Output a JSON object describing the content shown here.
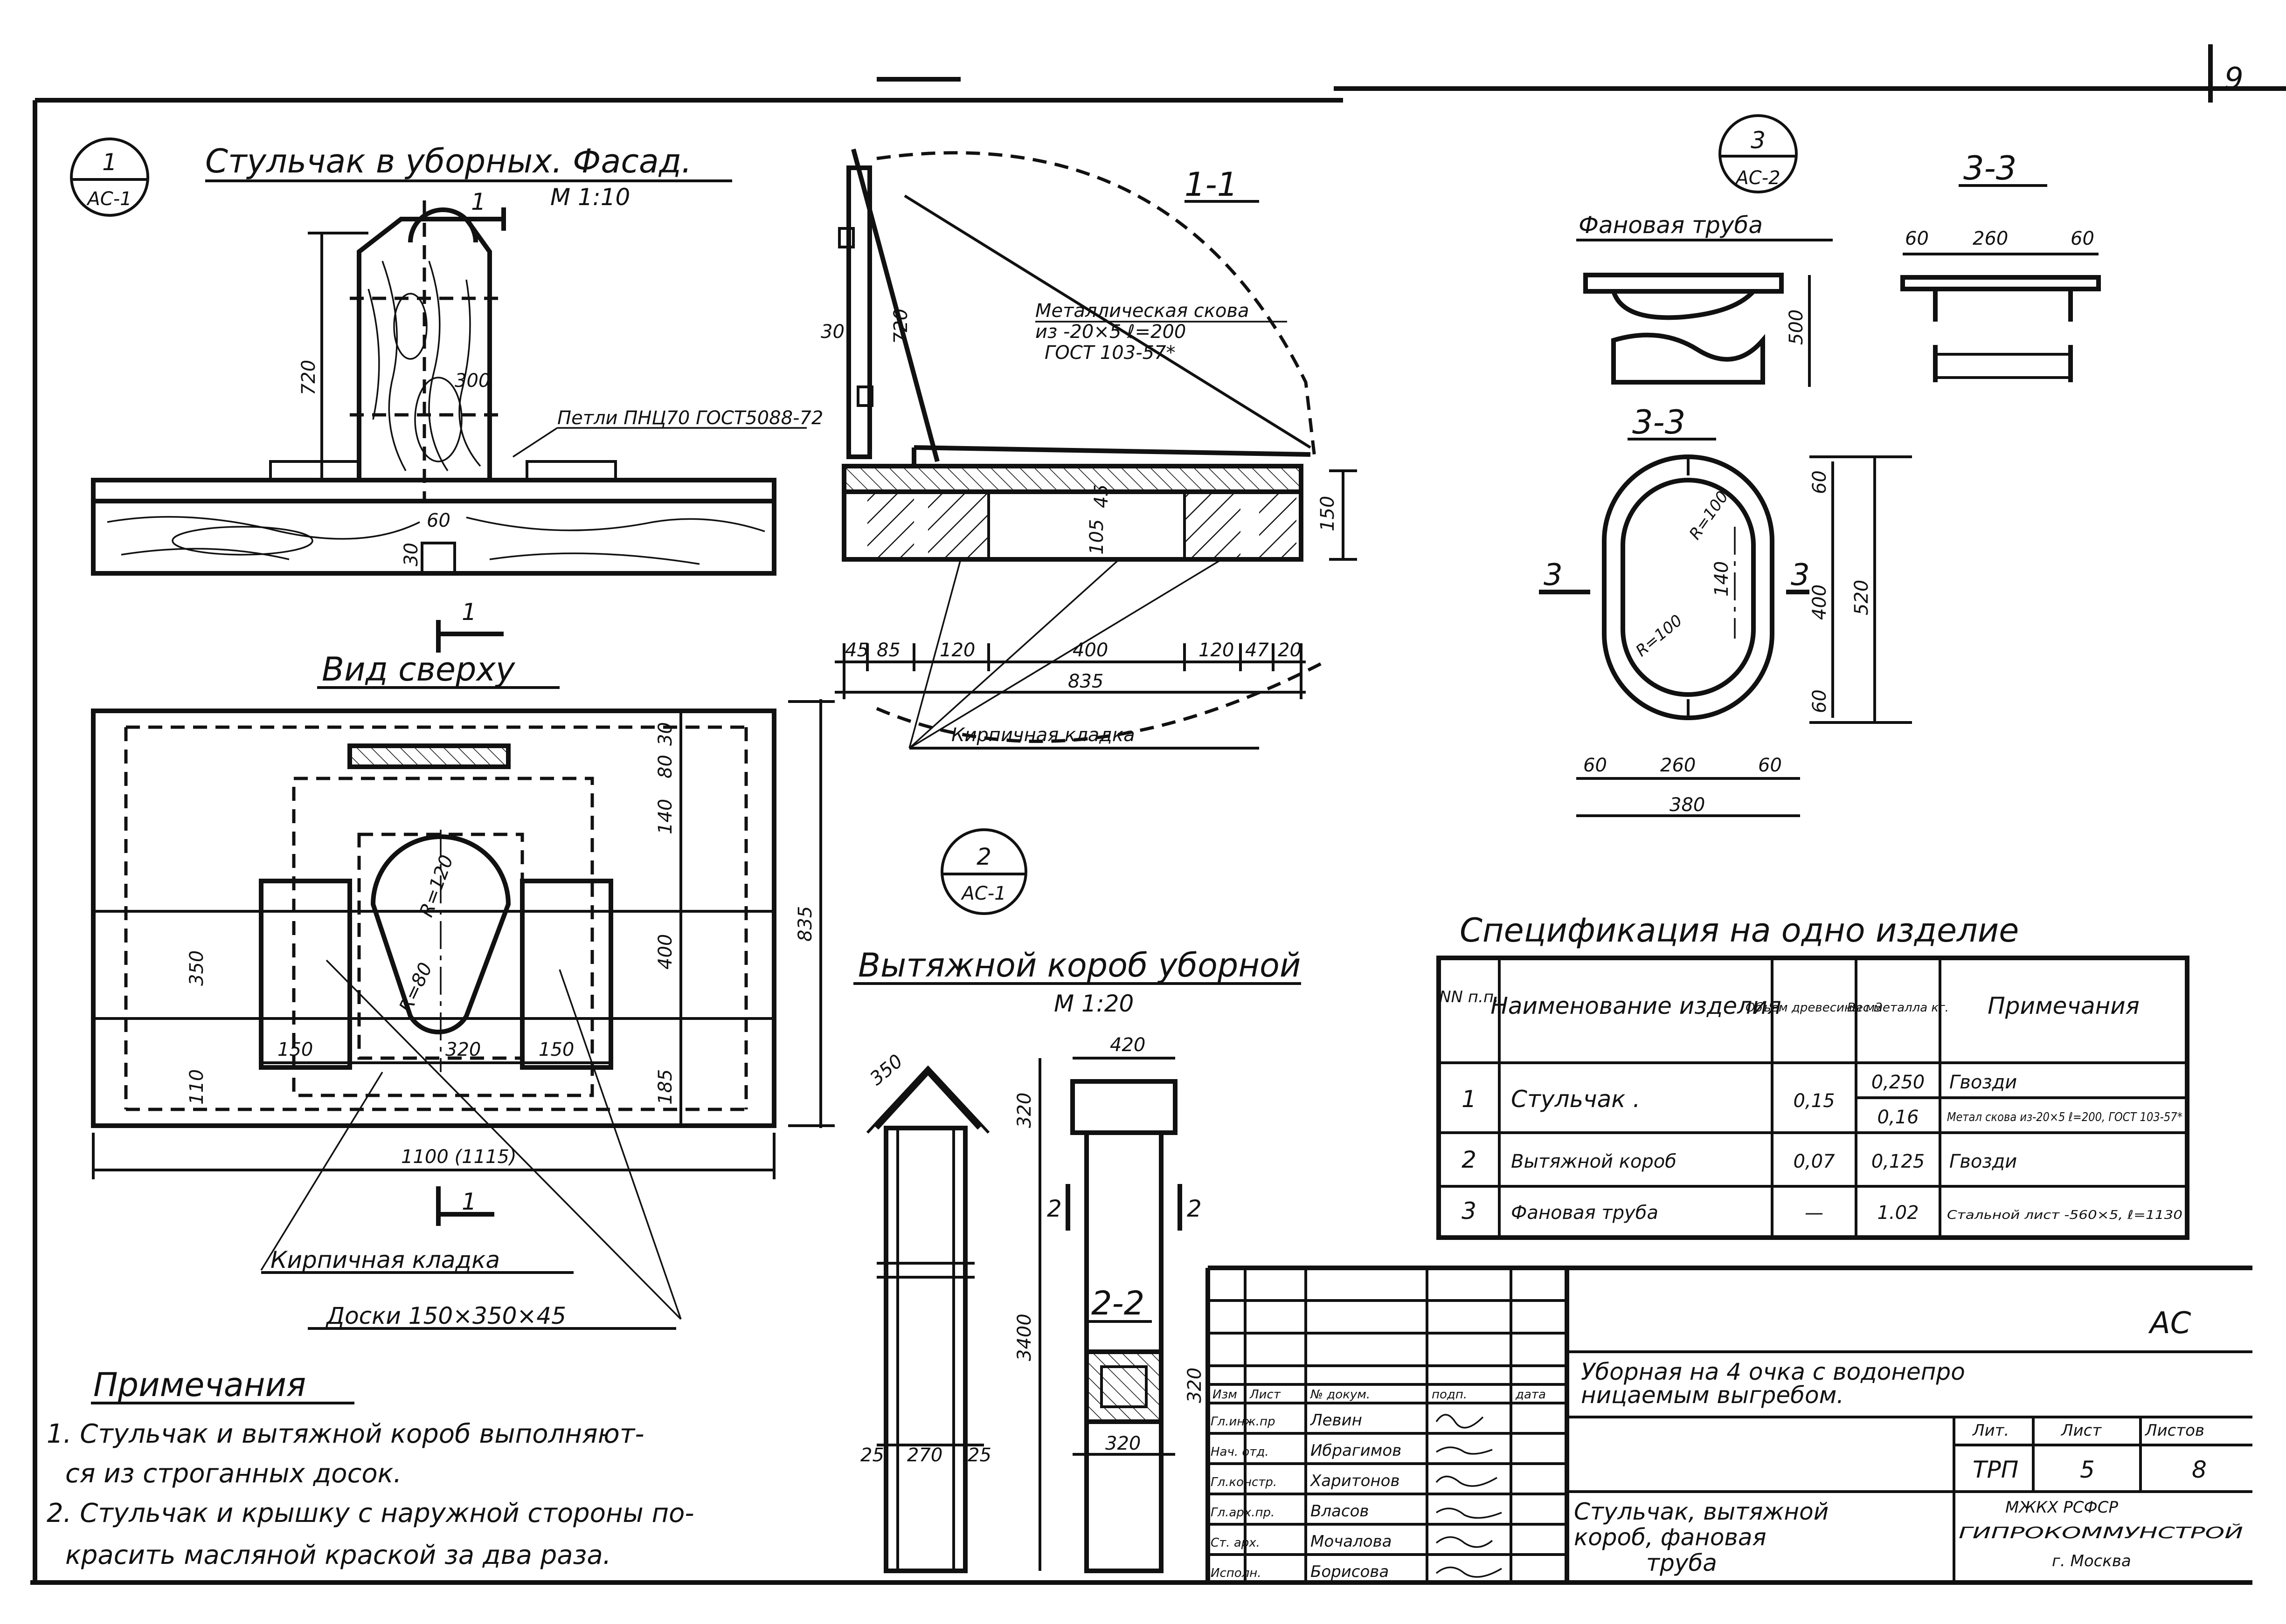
{
  "sheet": {
    "page_fragment": "9"
  },
  "view1": {
    "callout_num": "1",
    "callout_sheet": "АС-1",
    "title": "Стульчак в уборных. Фасад.",
    "scale": "М 1:10",
    "section_mark": "1",
    "hinge_label": "Петли ПНЦ70 ГОСТ5088-72",
    "dims": {
      "h720": "720",
      "w300": "300",
      "d60": "60",
      "d30": "30"
    }
  },
  "section11": {
    "title": "1-1",
    "bracket_label_1": "Металлическая скова",
    "bracket_label_2": "из -20×5  ℓ=200",
    "bracket_label_3": "ГОСТ 103-57*",
    "dims": {
      "d30": "30",
      "d720": "720",
      "d45": "45",
      "d105": "105",
      "d150": "150"
    },
    "bottom_dims": [
      "45",
      "85",
      "120",
      "400",
      "120",
      "47",
      "20"
    ],
    "total": "835",
    "brick_label": "Кирпичная кладка"
  },
  "view_top": {
    "title": "Вид сверху",
    "section_mark": "1",
    "dims": {
      "d30": "30",
      "d80": "80",
      "d140": "140",
      "d400": "400",
      "d185": "185",
      "d350": "350",
      "d110": "110",
      "d835": "835",
      "b150a": "150",
      "b320": "320",
      "b150b": "150",
      "r120": "R=120",
      "r80": "R=80",
      "width": "1100 (1115)"
    },
    "brick_label": "Кирпичная кладка",
    "boards_label": "Доски 150×350×45"
  },
  "view2": {
    "callout_num": "2",
    "callout_sheet": "АС-1",
    "title": "Вытяжной короб уборной",
    "scale": "М 1:20",
    "dims": {
      "d350": "350",
      "d420": "420",
      "d320": "320",
      "d3400": "3400",
      "d25a": "25",
      "d270": "270",
      "d25b": "25"
    },
    "cut_mark_l": "2",
    "cut_mark_r": "2",
    "sec22_title": "2-2",
    "sec22_d320h": "320",
    "sec22_d320w": "320"
  },
  "view3": {
    "callout_num": "3",
    "callout_sheet": "АС-2",
    "title": "Фановая труба",
    "sec33_title_a": "3-3",
    "sec33_title_b": "3-3",
    "dims": {
      "d500": "500",
      "d60a": "60",
      "d260a": "260",
      "d60b": "60",
      "d60c": "60",
      "d400": "400",
      "d60d": "60",
      "d520": "520",
      "d60e": "60",
      "d260b": "260",
      "d60f": "60",
      "d380": "380",
      "d140": "140",
      "r100a": "R=100",
      "r100b": "R=100"
    },
    "cut_l": "3",
    "cut_r": "3"
  },
  "spec": {
    "title": "Спецификация  на одно  изделие",
    "headers": {
      "num": "NN п.п.",
      "name": "Наименование изделия",
      "vol": "Объем древесины м3",
      "metal": "Вес металла кг.",
      "note": "Примечания"
    },
    "rows": [
      {
        "num": "1",
        "name": "Стульчак .",
        "vol": "0,15",
        "metal_a": "0,250",
        "note_a": "Гвозди",
        "metal_b": "0,16",
        "note_b": "Метал скова из-20×5 ℓ=200, ГОСТ 103-57*"
      },
      {
        "num": "2",
        "name": "Вытяжной короб",
        "vol": "0,07",
        "metal": "0,125",
        "note": "Гвозди"
      },
      {
        "num": "3",
        "name": "Фановая  труба",
        "vol": "—",
        "metal": "1.02",
        "note": "Стальной лист -560×5, ℓ=1130"
      }
    ]
  },
  "notes": {
    "heading": "Примечания",
    "n1a": "1. Стульчак и вытяжной короб выполняют-",
    "n1b": "ся из строганных  досок.",
    "n2a": "2. Стульчак и крышку с наружной стороны по-",
    "n2b": "красить масляной краской за два раза."
  },
  "title_block": {
    "code": "АС",
    "project_1": "Уборная  на 4 очка с водонепро",
    "project_2": "ницаемым  выгребом.",
    "sheet_title_1": "Стульчак, вытяжной",
    "sheet_title_2": "короб, фановая",
    "sheet_title_3": "труба",
    "col_headers": [
      "Изм",
      "Лист",
      "№ докум.",
      "подп.",
      "дата"
    ],
    "roles": [
      "Гл.инж.пр",
      "Нач. отд.",
      "Гл.констр.",
      "Гл.арх.пр.",
      "Ст. арх.",
      "Исполн."
    ],
    "names": [
      "Левин",
      "Ибрагимов",
      "Харитонов",
      "Власов",
      "Мочалова",
      "Борисова"
    ],
    "stage_label": "Лит.",
    "sheet_label": "Лист",
    "sheets_label": "Листов",
    "stage": "ТРП",
    "sheet_no": "5",
    "sheets_total": "8",
    "org_1": "МЖКХ  РСФСР",
    "org_2": "ГИПРОКОММУНСТРОЙ",
    "org_3": "г. Москва"
  }
}
